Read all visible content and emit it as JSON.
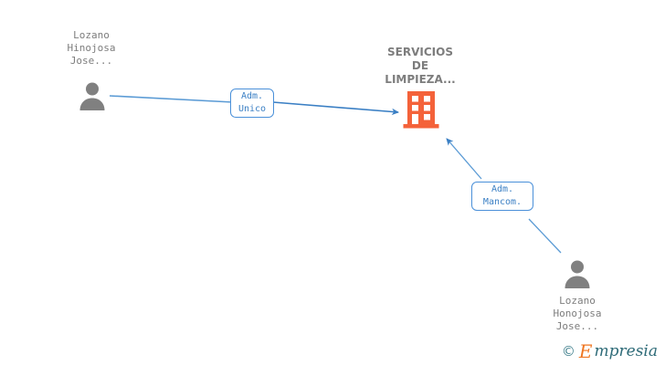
{
  "diagram": {
    "type": "corporate-relationship-graph",
    "background": "#ffffff",
    "colors": {
      "person": "#808080",
      "company": "#f4623a",
      "edge": "#4a90d9",
      "label_text": "#7d7d7d",
      "box_text": "#3a7fc4",
      "box_border": "#4a90d9"
    },
    "nodes": [
      {
        "id": "person-top-left",
        "kind": "person",
        "icon": "person-icon",
        "label": "Lozano\nHinojosa\nJose..."
      },
      {
        "id": "company-center",
        "kind": "company",
        "icon": "building-icon",
        "label": "SERVICIOS\nDE\nLIMPIEZA..."
      },
      {
        "id": "person-bottom-right",
        "kind": "person",
        "icon": "person-icon",
        "label": "Lozano\nHonojosa\nJose..."
      }
    ],
    "edges": [
      {
        "id": "edge-adm-unico",
        "from": "person-top-left",
        "to": "company-center",
        "label": "Adm.\nUnico"
      },
      {
        "id": "edge-adm-mancom",
        "from": "person-bottom-right",
        "to": "company-center",
        "label": "Adm.\nMancom."
      }
    ]
  },
  "watermark": {
    "copyright": "©",
    "brand_initial": "E",
    "brand_rest": "mpresia"
  }
}
